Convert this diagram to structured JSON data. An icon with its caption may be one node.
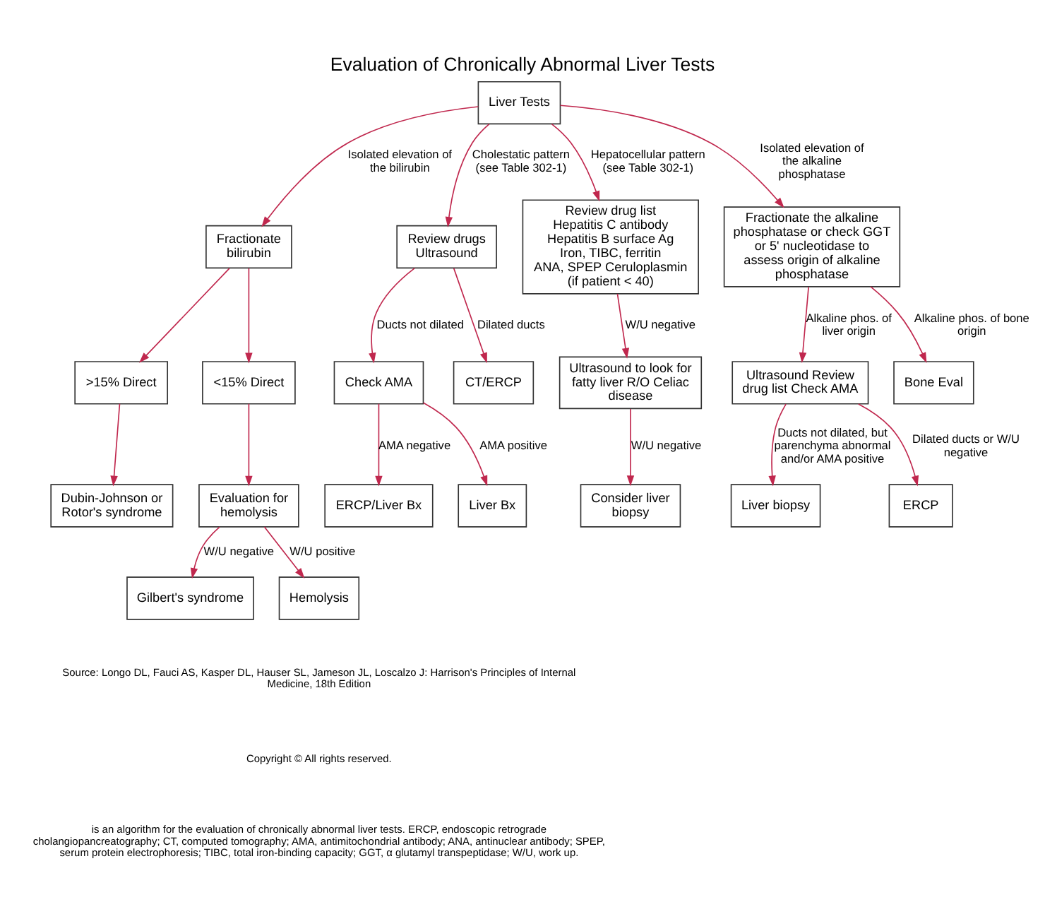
{
  "diagram": {
    "title": "Evaluation of Chronically Abnormal Liver Tests",
    "caption": "is an algorithm for the evaluation of chronically abnormal liver tests. ERCP, endoscopic retrograde cholangiopancreatography; CT, computed tomography; AMA, antimitochondrial antibody; ANA, antinuclear antibody; SPEP, serum protein electrophoresis; TIBC, total iron-binding capacity; GGT, α glutamyl transpeptidase; W/U, work up.",
    "nodes": [
      {
        "text": [
          "Liver Tests"
        ]
      },
      {
        "text": [
          "Fractionate bilirubin"
        ]
      },
      {
        "text": [
          ">15% Direct"
        ]
      },
      {
        "text": [
          "<15% Direct"
        ]
      },
      {
        "text": [
          "Dubin-Johnson or Rotor's syndrome"
        ]
      },
      {
        "text": [
          "Evaluation for hemolysis"
        ]
      },
      {
        "text": [
          "Gilbert's syndrome"
        ]
      },
      {
        "text": [
          "Hemolysis"
        ]
      },
      {
        "text": [
          "Review drugs Ultrasound"
        ]
      },
      {
        "text": [
          "Check AMA"
        ]
      },
      {
        "text": [
          "CT/ERCP"
        ]
      },
      {
        "text": [
          "ERCP/Liver Bx"
        ]
      },
      {
        "text": [
          "Liver Bx"
        ]
      },
      {
        "text": [
          "Review drug list Hepatitis C antibody Hepatitis B surface Ag Iron, TIBC, ferritin ANA, SPEP Ceruloplasmin (if patient < 40)"
        ]
      },
      {
        "text": [
          "Ultrasound to look for fatty liver R/O Celiac disease"
        ]
      },
      {
        "text": [
          "Consider liver biopsy"
        ]
      },
      {
        "text": [
          "Fractionate the alkaline phosphatase or check GGT or 5' nucleotidase to assess origin of alkaline phosphatase"
        ]
      },
      {
        "text": [
          "Ultrasound Review drug list Check AMA"
        ]
      },
      {
        "text": [
          "Bone Eval"
        ]
      },
      {
        "text": [
          "Liver biopsy"
        ]
      },
      {
        "text": [
          "ERCP"
        ]
      }
    ],
    "edges": [
      {
        "from": 0,
        "to": 1,
        "arrow": "to",
        "label": "Isolated elevation of the bilirubin"
      },
      {
        "from": 0,
        "to": 8,
        "arrow": "to",
        "label": "Cholestatic pattern (see Table 302-1)"
      },
      {
        "from": 0,
        "to": 13,
        "arrow": "to",
        "label": "Hepatocellular pattern (see Table 302-1)"
      },
      {
        "from": 0,
        "to": 16,
        "arrow": "to",
        "label": "Isolated elevation of the alkaline phosphatase"
      },
      {
        "from": 1,
        "to": 2,
        "arrow": "to"
      },
      {
        "from": 1,
        "to": 3,
        "arrow": "to"
      },
      {
        "from": 2,
        "to": 4,
        "arrow": "to"
      },
      {
        "from": 3,
        "to": 5,
        "arrow": "to"
      },
      {
        "from": 5,
        "to": 6,
        "arrow": "to",
        "label": "W/U negative"
      },
      {
        "from": 5,
        "to": 7,
        "arrow": "to",
        "label": "W/U positive"
      },
      {
        "from": 8,
        "to": 9,
        "arrow": "to",
        "label": "Ducts not dilated"
      },
      {
        "from": 8,
        "to": 10,
        "arrow": "to",
        "label": "Dilated ducts"
      },
      {
        "from": 9,
        "to": 11,
        "arrow": "to",
        "label": "AMA negative"
      },
      {
        "from": 9,
        "to": 12,
        "arrow": "to",
        "label": "AMA positive"
      },
      {
        "from": 13,
        "to": 14,
        "arrow": "to",
        "label": "W/U negative"
      },
      {
        "from": 14,
        "to": 15,
        "arrow": "to",
        "label": "W/U negative"
      },
      {
        "from": 16,
        "to": 17,
        "arrow": "to",
        "label": "Alkaline phos. of liver origin"
      },
      {
        "from": 16,
        "to": 18,
        "arrow": "to",
        "label": "Alkaline phos. of bone origin"
      },
      {
        "from": 17,
        "to": 19,
        "arrow": "to",
        "label": "Ducts not dilated, but parenchyma abnormal and/or AMA positive"
      },
      {
        "from": 17,
        "to": 20,
        "arrow": "to",
        "label": "Dilated ducts or W/U negative"
      }
    ],
    "labels": [
      "Source: Longo DL, Fauci AS, Kasper DL, Hauser SL, Jameson JL, Loscalzo J: Harrison's Principles of Internal Medicine, 18th Edition",
      "Copyright © All rights reserved."
    ]
  }
}
